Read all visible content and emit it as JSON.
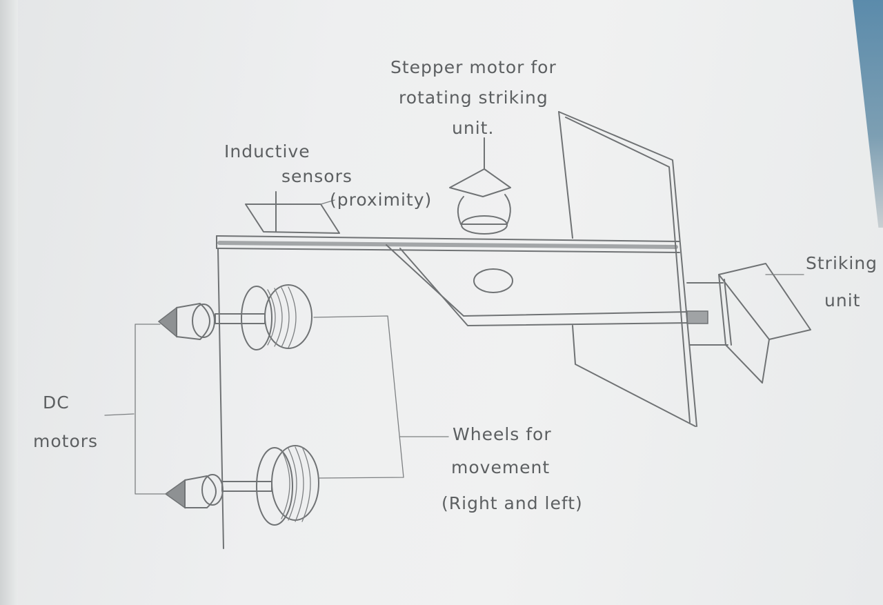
{
  "labels": {
    "stepper_line1": "Stepper motor for",
    "stepper_line2": "rotating striking",
    "stepper_line3": "unit.",
    "inductive_line1": "Inductive",
    "inductive_line2": "sensors",
    "inductive_line3": "(proximity)",
    "striking_line1": "Striking",
    "striking_line2": "unit",
    "dc_line1": "DC",
    "dc_line2": "motors",
    "wheels_line1": "Wheels for",
    "wheels_line2": "movement",
    "wheels_line3": "(Right and left)"
  }
}
